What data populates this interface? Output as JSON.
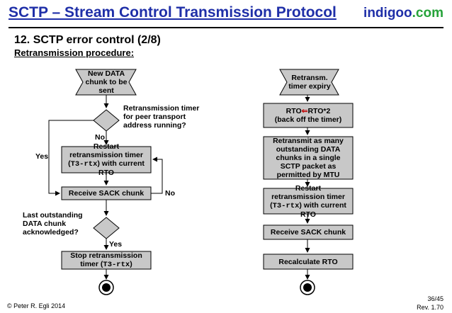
{
  "header": {
    "title": "SCTP – Stream Control Transmission Protocol",
    "brand_part1": "indigoo",
    "brand_part2": ".com"
  },
  "slide": {
    "heading": "12. SCTP error control (2/8)",
    "subheading": "Retransmission procedure:"
  },
  "left_flow": {
    "start_label": "New DATA chunk to be sent",
    "decision1_label": "Retransmission timer for peer transport address running?",
    "no_label_1": "No",
    "yes_label_1": "Yes",
    "restart": {
      "prefix": "Restart retransmission timer (",
      "code": "T3-rtx",
      "suffix": ") with current RTO"
    },
    "receive_sack": "Receive SACK chunk",
    "no_label_2": "No",
    "decision2_label": "Last outstanding DATA chunk acknowledged?",
    "yes_label_2": "Yes",
    "stop": {
      "prefix": "Stop retransmission timer (",
      "code": "T3-rtx",
      "suffix": ")"
    }
  },
  "right_flow": {
    "start_label": "Retransm. timer expiry",
    "rto_update": {
      "line1_left": "RTO",
      "arrow": "⇐",
      "line1_right": "RTO*2",
      "line2": "(back off the timer)"
    },
    "retransmit": "Retransmit as many outstanding DATA chunks in a single SCTP packet as permitted by MTU",
    "restart": {
      "prefix": "Restart retransmission timer (",
      "code": "T3-rtx",
      "suffix": ") with current RTO"
    },
    "receive_sack": "Receive SACK chunk",
    "recalculate": "Recalculate RTO"
  },
  "footer": {
    "copyright": "© Peter R. Egli 2014",
    "page": "36/45",
    "revision": "Rev. 1.70"
  },
  "colors": {
    "title_blue": "#1f2fa8",
    "brand_green": "#26a33a",
    "box_gray": "#c8c8c8"
  }
}
